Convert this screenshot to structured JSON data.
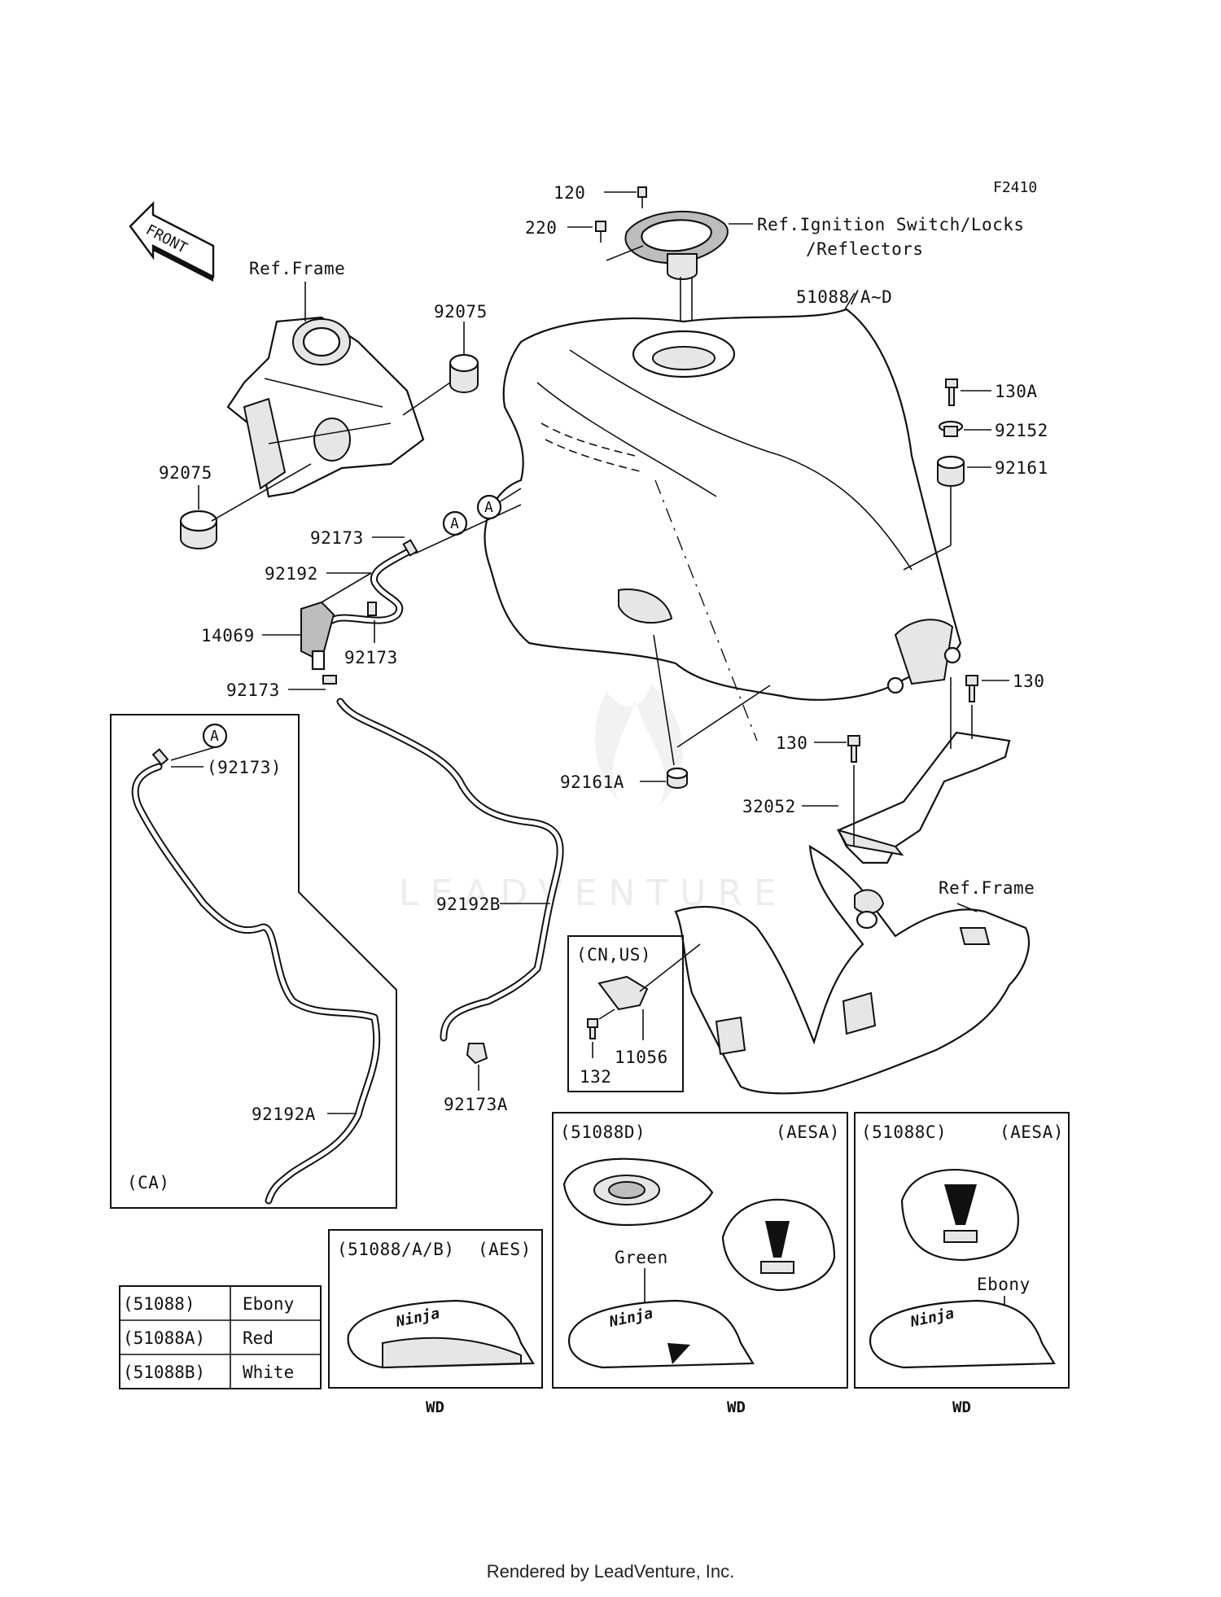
{
  "diagram_code": "F2410",
  "front_arrow": {
    "text": "FRONT"
  },
  "callouts": {
    "ref_frame_top": "Ref.Frame",
    "ref_frame_bottom": "Ref.Frame",
    "ref_ignition_line1": "Ref.Ignition Switch/Locks",
    "ref_ignition_line2": "/Reflectors",
    "p120": "120",
    "p220": "220",
    "p51088": "51088/A~D",
    "p92075_top": "92075",
    "p92075_left": "92075",
    "p130A": "130A",
    "p92152": "92152",
    "p92161": "92161",
    "p92173_a": "92173",
    "p92192": "92192",
    "p14069": "14069",
    "p92173_b": "92173",
    "p92173_c": "92173",
    "p130_right": "130",
    "p130_mid": "130",
    "p92161A": "92161A",
    "p32052": "32052",
    "p92192B": "92192B",
    "p92173A": "92173A",
    "p92192A": "92192A",
    "p92173_paren": "(92173)",
    "p11056": "11056",
    "p132": "132",
    "marker_a": "A"
  },
  "inset_boxes": {
    "ca": {
      "title": "(CA)"
    },
    "cn_us": {
      "title": "(CN,US)"
    },
    "aes": {
      "title": "(51088/A/B)",
      "tag": "(AES)",
      "footer": "WD"
    },
    "aesa_d": {
      "title": "(51088D)",
      "tag": "(AESA)",
      "color": "Green",
      "footer": "WD"
    },
    "aesa_c": {
      "title": "(51088C)",
      "tag": "(AESA)",
      "color": "Ebony",
      "footer": "WD"
    }
  },
  "color_table": {
    "rows": [
      {
        "part": "(51088)",
        "color": "Ebony"
      },
      {
        "part": "(51088A)",
        "color": "Red"
      },
      {
        "part": "(51088B)",
        "color": "White"
      }
    ]
  },
  "watermark": "LEADVENTURE",
  "footer": "Rendered by LeadVenture, Inc."
}
